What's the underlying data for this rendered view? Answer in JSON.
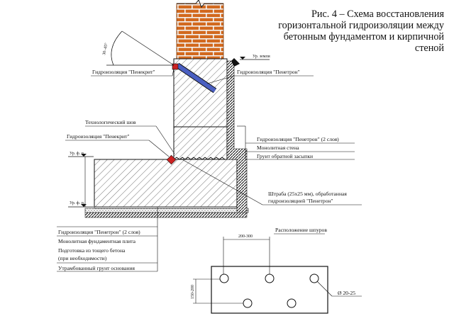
{
  "caption": {
    "line1": "Рис. 4 – Схема восстановления",
    "line2": "горизонтальной гидроизоляции между",
    "line3": "бетонным фундаментом и кирпичной",
    "line4": "стеной"
  },
  "levels": {
    "ground": "Ур. земли",
    "foundation_top": "Ур. ф. п.",
    "foundation_bottom": "Ур. ф. п."
  },
  "angle_label": "30–45°",
  "labels": {
    "penekrit_top": "Гидроизоляция \"Пенекрит\"",
    "penetron_top": "Гидроизоляция \"Пенетрон\"",
    "tech_seam": "Технологический шов",
    "penekrit_mid": "Гидроизоляция \"Пенекрит\"",
    "penetron_2": "Гидроизоляция \"Пенетрон\" (2 слоя)",
    "monolith_wall": "Монолитная стена",
    "backfill": "Грунт обратной засыпки",
    "groove_1": "Штраба (25х25 мм), обработанная",
    "groove_2": "гидроизоляцией \"Пенетрон\""
  },
  "legend": [
    "Гидроизоляция \"Пенетрон\" (2 слоя)",
    "Монолитная фундаментная плита",
    "Подготовка из тощего бетона",
    "(при необходимости)",
    "Утрамбованный грунт основания"
  ],
  "holes_diagram": {
    "title": "Расположение шпуров",
    "dim_horizontal": "200-300",
    "dim_vertical": "150-200",
    "diameter": "Ø 20-25"
  },
  "colors": {
    "brick": "#d2691e",
    "brick_mortar": "#f4f4f4",
    "penekrit": "#cc2222",
    "penetron_rod": "#4a5fc1",
    "line": "#111111"
  }
}
